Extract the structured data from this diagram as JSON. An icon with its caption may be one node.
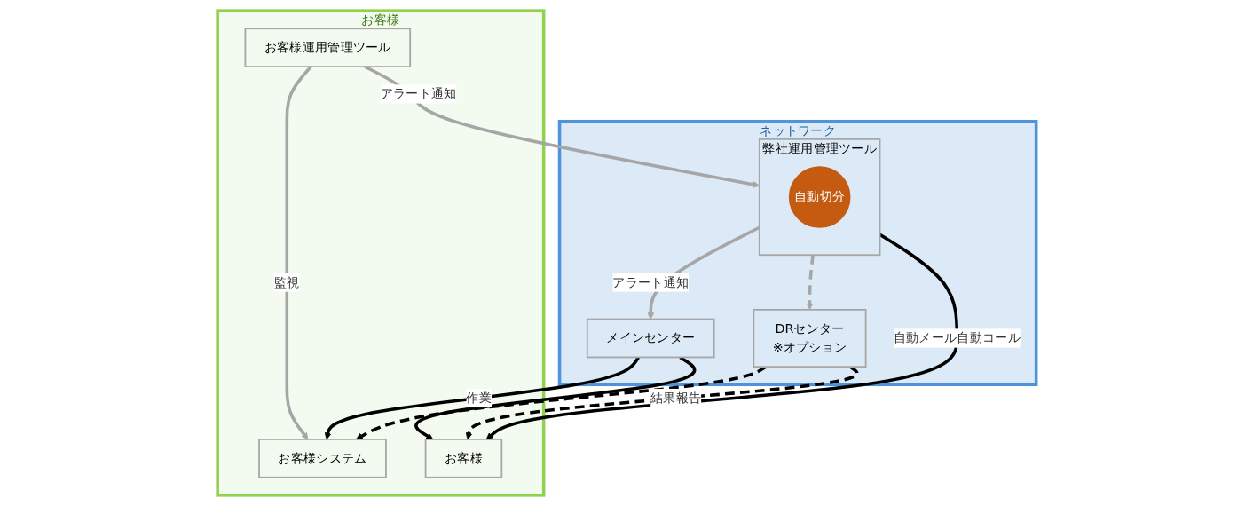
{
  "diagram": {
    "nodes": [
      {
        "text": [
          "お客様"
        ]
      },
      {
        "text": [
          "お客様システム"
        ],
        "in": 0
      },
      {
        "text": [
          "お客様運用管理ツール"
        ],
        "in": 0
      },
      {
        "text": [
          "お客様"
        ],
        "in": 0
      },
      {
        "text": [
          "ネットワーク"
        ]
      },
      {
        "text": [
          "弊社運用管理ツール"
        ],
        "in": 4
      },
      {
        "text": [
          "自動切分"
        ],
        "in": 5
      },
      {
        "text": [
          "メインセンター"
        ],
        "in": 4
      },
      {
        "text": [
          "DRセンター",
          "※オプション"
        ],
        "in": 4
      }
    ],
    "edges": [
      {
        "from": 7,
        "to": 1,
        "arrow": "to",
        "label": "作業"
      },
      {
        "from": 8,
        "to": 1,
        "arrow": "to",
        "style": "dashed"
      },
      {
        "from": 2,
        "to": 1,
        "arrow": "to",
        "label": "監視",
        "color": "#a6a6a6"
      },
      {
        "from": 2,
        "to": 5,
        "arrow": "to",
        "label": "アラート通知",
        "color": "#a6a6a6"
      },
      {
        "from": 5,
        "to": 7,
        "arrow": "to",
        "label": "アラート通知",
        "color": "#a6a6a6"
      },
      {
        "from": 5,
        "to": 8,
        "arrow": "to",
        "style": "dashed",
        "color": "#a6a6a6"
      },
      {
        "from": 5,
        "to": 3,
        "arrow": "to",
        "label": "自動メール自動コール"
      },
      {
        "from": 8,
        "to": 3,
        "arrow": "to",
        "style": "dashed",
        "label": "結果報告"
      },
      {
        "from": 7,
        "to": 3,
        "arrow": "to"
      }
    ]
  }
}
